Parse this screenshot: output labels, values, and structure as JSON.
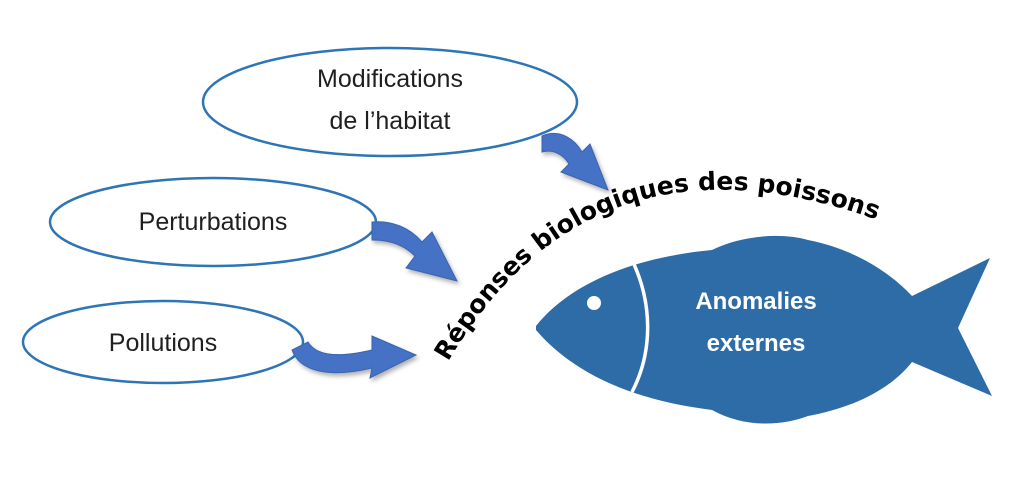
{
  "diagram": {
    "sources": [
      {
        "id": "habitat",
        "lines": [
          "Modifications",
          "de l’habitat"
        ]
      },
      {
        "id": "perturbations",
        "lines": [
          "Perturbations"
        ]
      },
      {
        "id": "pollutions",
        "lines": [
          "Pollutions"
        ]
      }
    ],
    "arc_label": "Réponses biologiques des poissons",
    "fish": {
      "lines": [
        "Anomalies",
        "externes"
      ]
    },
    "colors": {
      "oval_border": "#2e75b6",
      "arrow": "#4472c4",
      "fish": "#2e6ca8",
      "fish_text": "#ffffff"
    }
  }
}
